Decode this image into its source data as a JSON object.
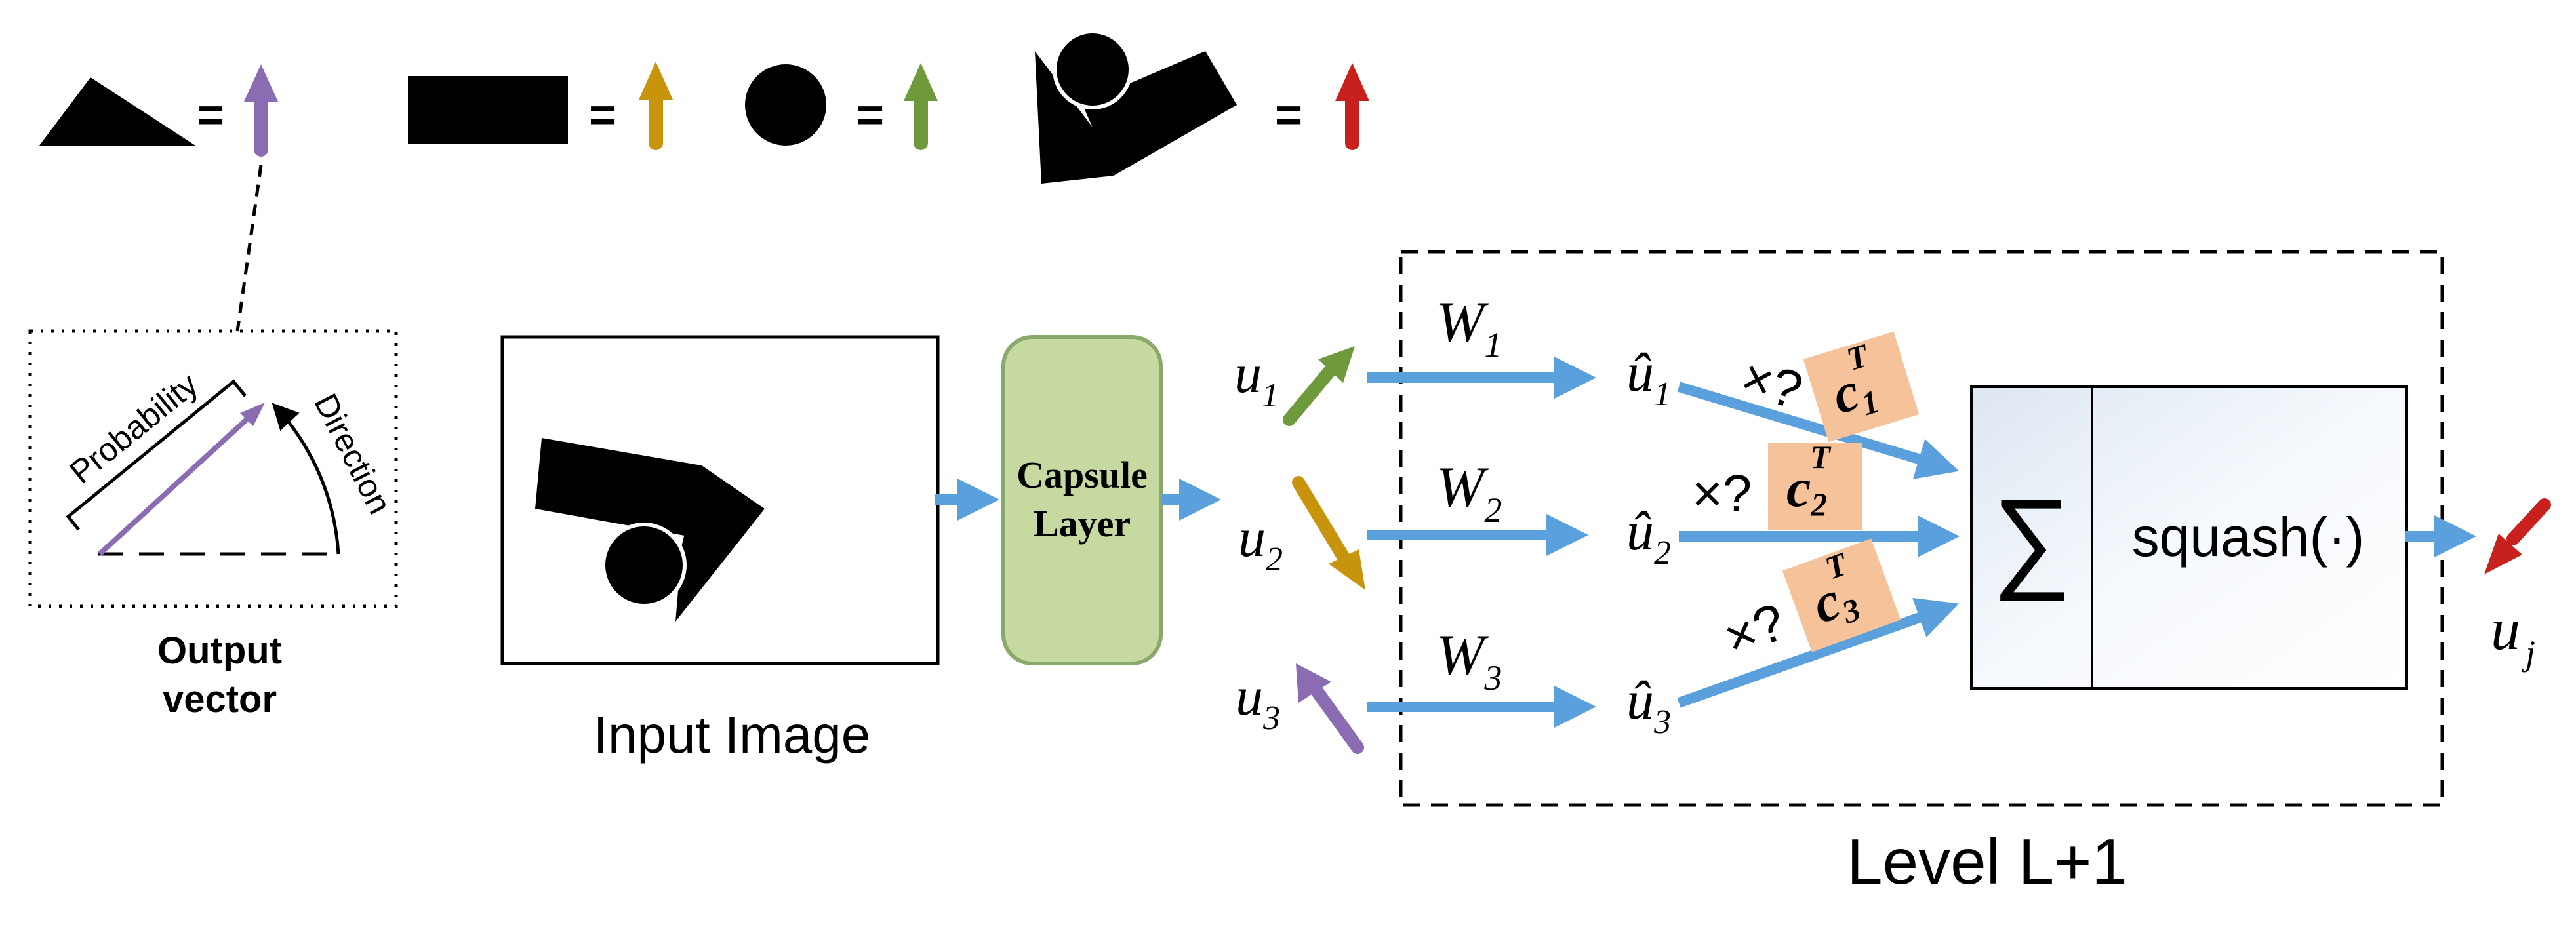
{
  "legend": [
    {
      "shape": "triangle-wedge",
      "equals": "=",
      "arrow_color": "#8b6bb1"
    },
    {
      "shape": "rectangle",
      "equals": "=",
      "arrow_color": "#c8940c"
    },
    {
      "shape": "circle",
      "equals": "=",
      "arrow_color": "#6e9a3c"
    },
    {
      "shape": "composite-house",
      "equals": "=",
      "arrow_color": "#c8201c"
    }
  ],
  "output_vector": {
    "probability": "Probability",
    "direction": "Direction",
    "caption_line1": "Output",
    "caption_line2": "vector",
    "arrow_color": "#8b6bb1"
  },
  "input_image": {
    "caption": "Input Image"
  },
  "capsule": {
    "line1": "Capsule",
    "line2": "Layer",
    "fill": "#c5d9a0",
    "stroke": "#8aa86a"
  },
  "inputs": [
    {
      "base": "u",
      "sub": "1",
      "arrow_color": "#6e9a3c"
    },
    {
      "base": "u",
      "sub": "2",
      "arrow_color": "#c8940c"
    },
    {
      "base": "u",
      "sub": "3",
      "arrow_color": "#8b6bb1"
    }
  ],
  "weights": [
    {
      "base": "W",
      "sub": "1"
    },
    {
      "base": "W",
      "sub": "2"
    },
    {
      "base": "W",
      "sub": "3"
    }
  ],
  "predictions": [
    {
      "base": "û",
      "sub": "1"
    },
    {
      "base": "û",
      "sub": "2"
    },
    {
      "base": "û",
      "sub": "3"
    }
  ],
  "coefficients": [
    {
      "times": "×?",
      "base": "c",
      "sub": "1",
      "sup": "T"
    },
    {
      "times": "×?",
      "base": "c",
      "sub": "2",
      "sup": "T"
    },
    {
      "times": "×?",
      "base": "c",
      "sub": "3",
      "sup": "T"
    }
  ],
  "sum_symbol": "∑",
  "squash_label": "squash(·)",
  "output": {
    "base": "u",
    "sub": "j",
    "arrow_color": "#c8201c"
  },
  "level_label": "Level L+1",
  "colors": {
    "flow_arrow": "#5aa0dc",
    "coef_fill": "#f5c29a"
  }
}
